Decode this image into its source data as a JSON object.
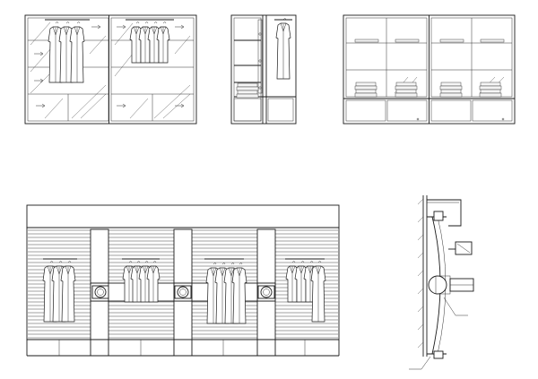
{
  "drawing": {
    "background": "#ffffff",
    "line_color": "#1a1a1a"
  },
  "views": [
    {
      "id": "wardrobe-glass-front",
      "garments_per_bay": [
        3,
        4
      ]
    },
    {
      "id": "wardrobe-side-section",
      "garments": 1,
      "folded_stacks": 1
    },
    {
      "id": "shelving-unit-front",
      "folded_stacks": 4
    },
    {
      "id": "slatwall-elevation",
      "garment_groups": [
        3,
        4,
        4,
        4
      ],
      "wall_lamps": 3
    },
    {
      "id": "wall-bracket-section"
    }
  ]
}
